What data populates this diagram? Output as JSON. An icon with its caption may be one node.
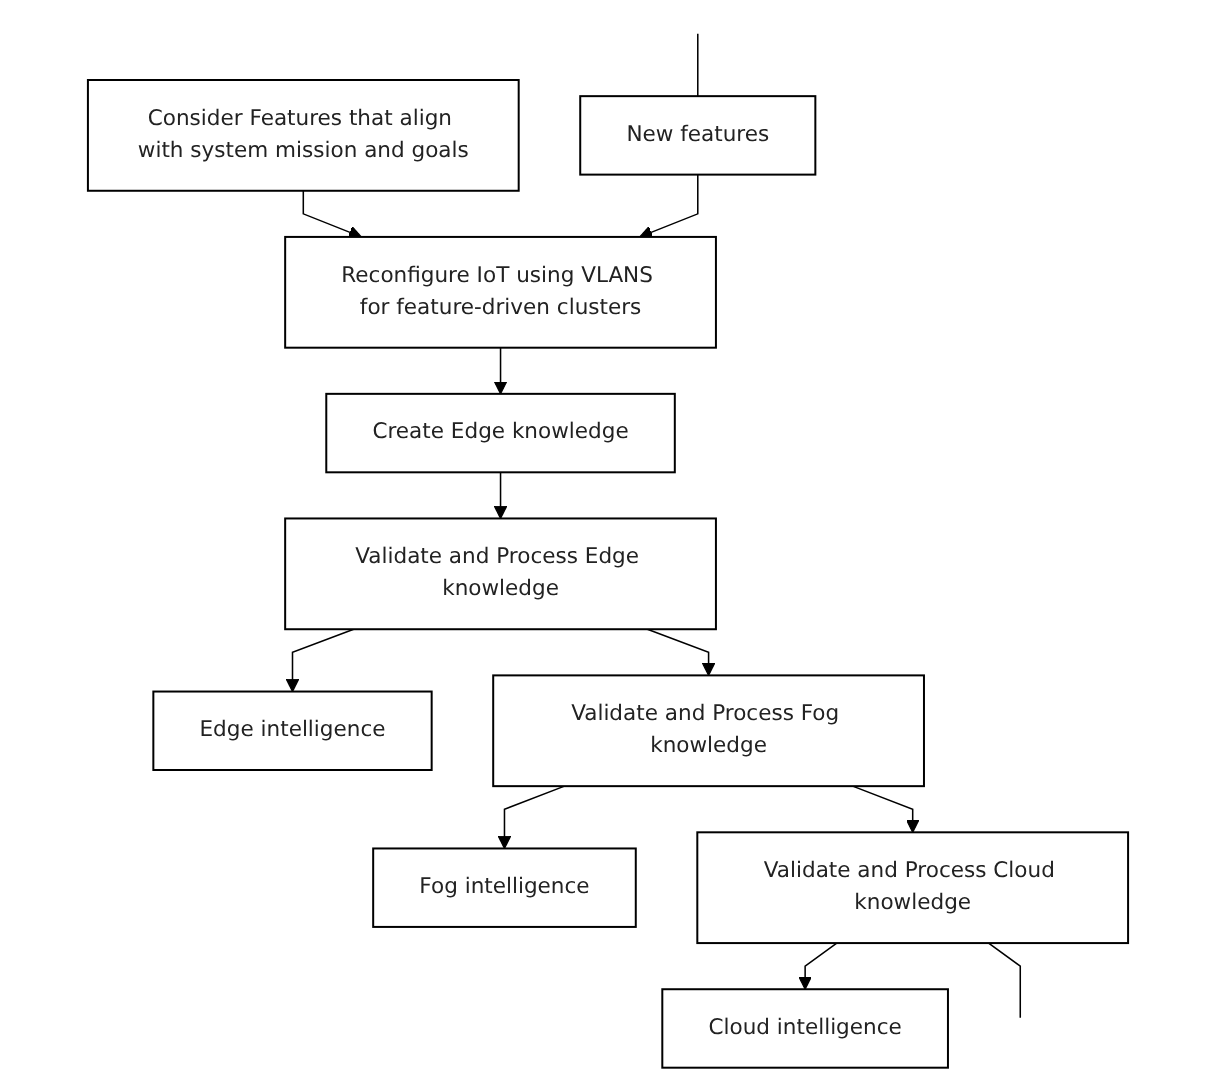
{
  "diagram": {
    "nodes": [
      {
        "text": [
          "Consider Features that align with system mission and goals"
        ]
      },
      {
        "text": [
          "Reconfigure IoT using VLANS for feature-driven clusters"
        ]
      },
      {
        "text": [
          "Create Edge knowledge"
        ]
      },
      {
        "text": [
          "Validate and Process Edge knowledge"
        ]
      },
      {
        "text": [
          "Edge intelligence"
        ]
      },
      {
        "text": [
          "New features"
        ]
      },
      {
        "text": [
          "Validate and Process Fog knowledge"
        ]
      },
      {
        "text": [
          "Fog intelligence"
        ]
      },
      {
        "text": [
          "Validate and Process Cloud knowledge"
        ]
      },
      {
        "text": [
          "Cloud intelligence"
        ]
      }
    ],
    "edges": [
      {
        "from": 0,
        "to": 1,
        "arrow": "to"
      },
      {
        "from": 1,
        "to": 2,
        "arrow": "to"
      },
      {
        "from": 2,
        "to": 3,
        "arrow": "to"
      },
      {
        "from": 3,
        "to": 4,
        "arrow": "to"
      },
      {
        "from": 3,
        "to": 6,
        "arrow": "to"
      },
      {
        "from": 6,
        "to": 7,
        "arrow": "to"
      },
      {
        "from": 6,
        "to": 8,
        "arrow": "to"
      },
      {
        "from": 8,
        "to": 9,
        "arrow": "to"
      },
      {
        "from": 5,
        "to": 1,
        "arrow": "to"
      },
      {
        "from": 8,
        "to": null,
        "arrow": "none"
      },
      {
        "from": null,
        "to": 5,
        "arrow": "none"
      }
    ]
  }
}
